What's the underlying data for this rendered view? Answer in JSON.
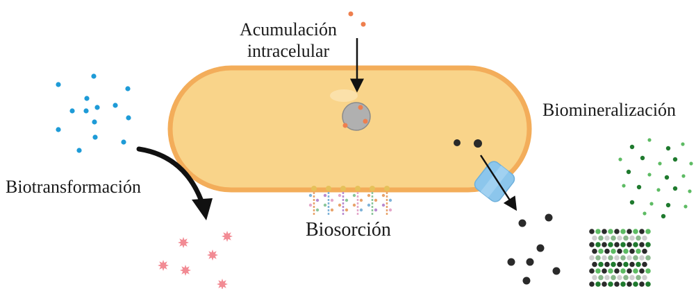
{
  "labels": {
    "accumulation_line1": "Acumulación",
    "accumulation_line2": "intracelular",
    "biomineralization": "Biomineralización",
    "biotransformation": "Biotransformación",
    "biosorption": "Biosorción"
  },
  "colors": {
    "cell_fill": "#f9d48a",
    "cell_border": "#f3ad5a",
    "blue_particle": "#1e9bd7",
    "orange_particle": "#ee7f4e",
    "pink_particle": "#f28b94",
    "black_particle": "#2a2a2a",
    "green_dark": "#1f7a2e",
    "green_light": "#5dbb63",
    "vacuole": "#b0b0b0",
    "transporter": "#8cc6ec",
    "arrow": "#111111"
  },
  "icons": [
    "bacterial-cell",
    "intracellular-vacuole",
    "membrane-transporter",
    "surface-receptors",
    "curved-arrow",
    "straight-arrow",
    "metal-particle",
    "star-particle",
    "mineral-crystal"
  ]
}
